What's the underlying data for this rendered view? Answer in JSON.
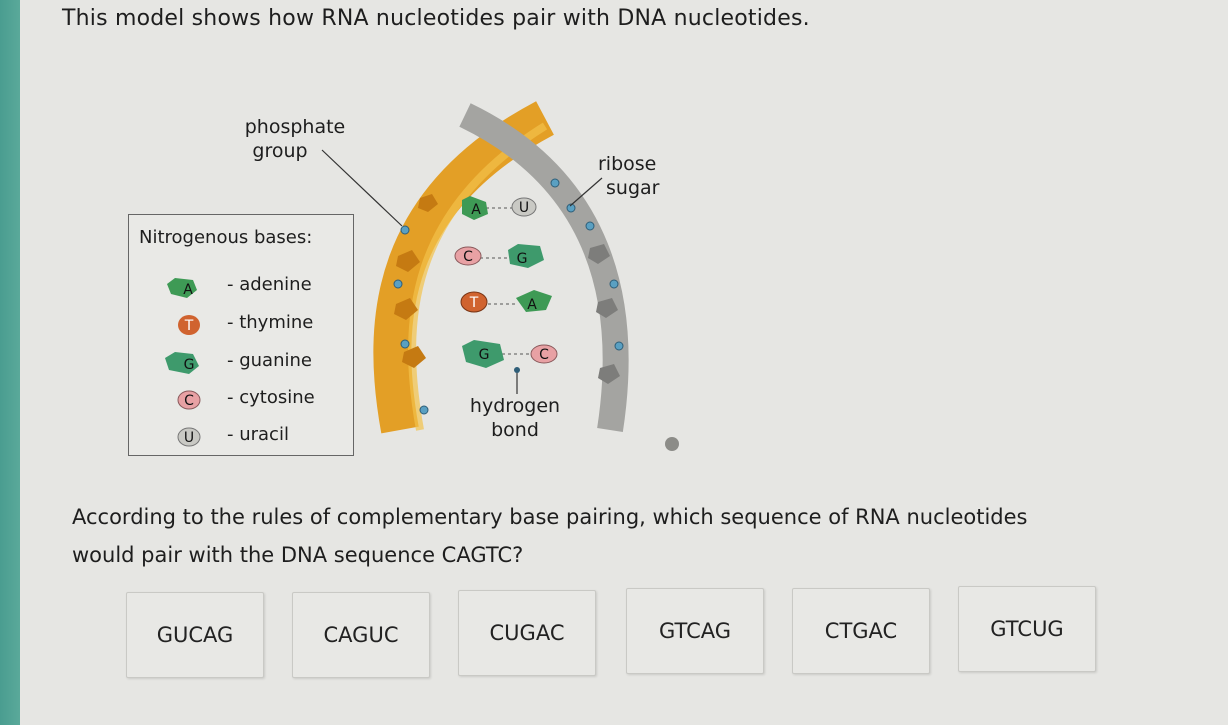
{
  "question": {
    "title": "This model shows how RNA nucleotides pair with DNA nucleotides.",
    "prompt_line1": "According to the rules of complementary base pairing, which sequence of RNA nucleotides",
    "prompt_line2": "would pair with the DNA sequence CAGTC?"
  },
  "diagram": {
    "labels": {
      "phosphate_line1": "phosphate",
      "phosphate_line2": "group",
      "ribose_line1": "ribose",
      "ribose_line2": "sugar",
      "hydrogen_line1": "hydrogen",
      "hydrogen_line2": "bond"
    },
    "pairs": [
      {
        "left": "A",
        "right": "U"
      },
      {
        "left": "C",
        "right": "G"
      },
      {
        "left": "T",
        "right": "A"
      },
      {
        "left": "G",
        "right": "C"
      }
    ]
  },
  "legend": {
    "title": "Nitrogenous bases:",
    "items": [
      {
        "letter": "A",
        "name": "- adenine",
        "color": "#3e9a55"
      },
      {
        "letter": "T",
        "name": "- thymine",
        "color": "#d0632f"
      },
      {
        "letter": "G",
        "name": "- guanine",
        "color": "#3e9a6c"
      },
      {
        "letter": "C",
        "name": "- cytosine",
        "color": "#e8a1a4"
      },
      {
        "letter": "U",
        "name": "- uracil",
        "color": "#c9c9c4"
      }
    ]
  },
  "answers": [
    "GUCAG",
    "CAGUC",
    "CUGAC",
    "GTCAG",
    "CTGAC",
    "GTCUG"
  ],
  "colors": {
    "dna_strand": "#e8a020",
    "rna_strand": "#9b9b99",
    "adenine": "#3e9a55",
    "thymine": "#d0632f",
    "cytosine": "#e8a1a4",
    "uracil": "#c9c9c4",
    "phosphate_dot": "#5a9fc0"
  }
}
